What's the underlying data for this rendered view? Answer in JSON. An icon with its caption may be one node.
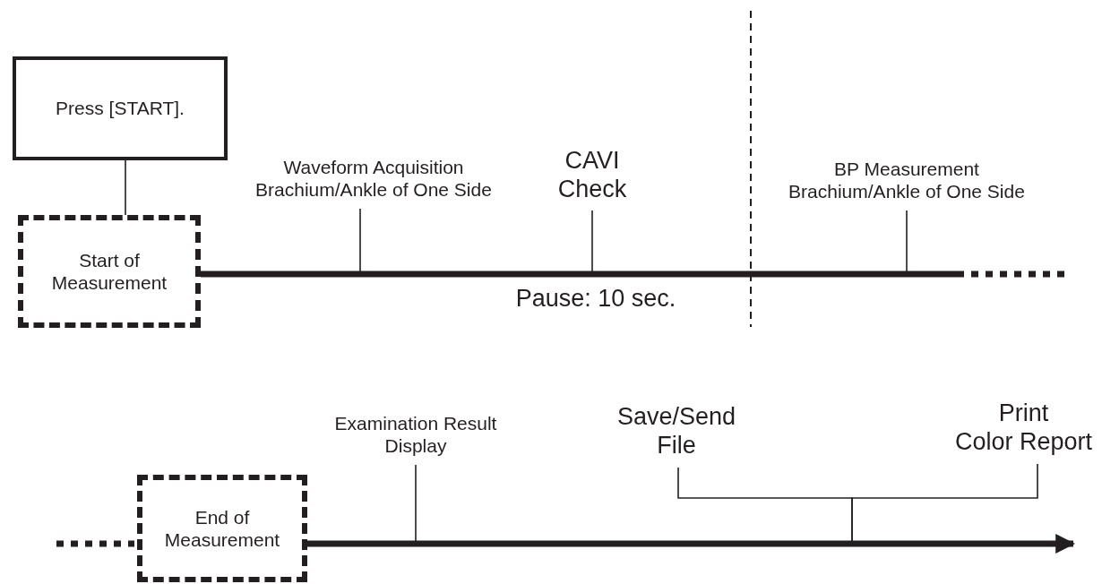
{
  "diagram": {
    "nodes": [
      {
        "text": [
          "Press [START]."
        ]
      },
      {
        "text": [
          "Start of Measurement"
        ]
      },
      {
        "text": [
          "Waveform Acquisition Brachium/Ankle of One Side"
        ]
      },
      {
        "text": [
          "CAVI Check"
        ]
      },
      {
        "text": [
          "BP Measurement Brachium/Ankle of One Side"
        ]
      },
      {
        "text": [
          "End of Measurement"
        ]
      },
      {
        "text": [
          "Examination Result Display"
        ]
      },
      {
        "text": [
          "Save/Send File"
        ]
      },
      {
        "text": [
          "Print Color Report"
        ]
      }
    ],
    "edges": [
      {
        "from": 0,
        "to": 1,
        "arrow": "none"
      },
      {
        "from": 1,
        "to": null,
        "arrow": "none",
        "style": "thick"
      },
      {
        "from": 2,
        "to": null,
        "arrow": "none"
      },
      {
        "from": 3,
        "to": null,
        "arrow": "none"
      },
      {
        "from": 4,
        "to": null,
        "arrow": "none"
      },
      {
        "from": 5,
        "to": null,
        "arrow": "to",
        "style": "thick"
      },
      {
        "from": 6,
        "to": null,
        "arrow": "none"
      },
      {
        "from": 7,
        "to": null,
        "arrow": "none"
      },
      {
        "from": 8,
        "to": null,
        "arrow": "none"
      }
    ],
    "labels": [
      "Pause: 10 sec."
    ]
  }
}
